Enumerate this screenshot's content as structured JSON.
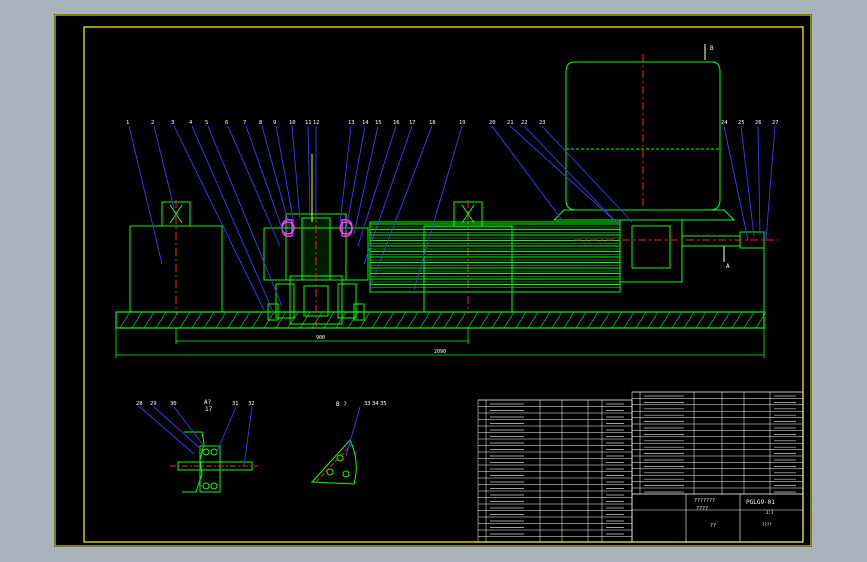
{
  "callouts_top": [
    "1",
    "2",
    "3",
    "4",
    "5",
    "6",
    "7",
    "8",
    "9",
    "10",
    "11",
    "1",
    "12",
    "13",
    "14",
    "15",
    "16",
    "17",
    "18",
    "19",
    "20",
    "21",
    "22",
    "23",
    "24",
    "25",
    "26",
    "27"
  ],
  "view_label_b": "B",
  "view_label_a": "A",
  "dim_inner": "900",
  "dim_overall": "2090",
  "detail_left": {
    "callouts": [
      "28",
      "29",
      "30",
      "31",
      "32"
    ],
    "title_top": "A?",
    "title_bottom": "17"
  },
  "detail_right": {
    "title": "B ?",
    "callouts": [
      "33",
      "34",
      "35"
    ]
  },
  "title_block": {
    "drawing_no": "PGLG9-01",
    "name_1": "???????",
    "name_2": "????",
    "sheet": "??",
    "scale": "1:1",
    "unit": "????"
  },
  "colors": {
    "frame": "#ffff00",
    "part": "#00ff00",
    "leader": "#3a3aff",
    "center": "#ff2020",
    "text": "#ffffff",
    "section": "#ff40ff"
  }
}
